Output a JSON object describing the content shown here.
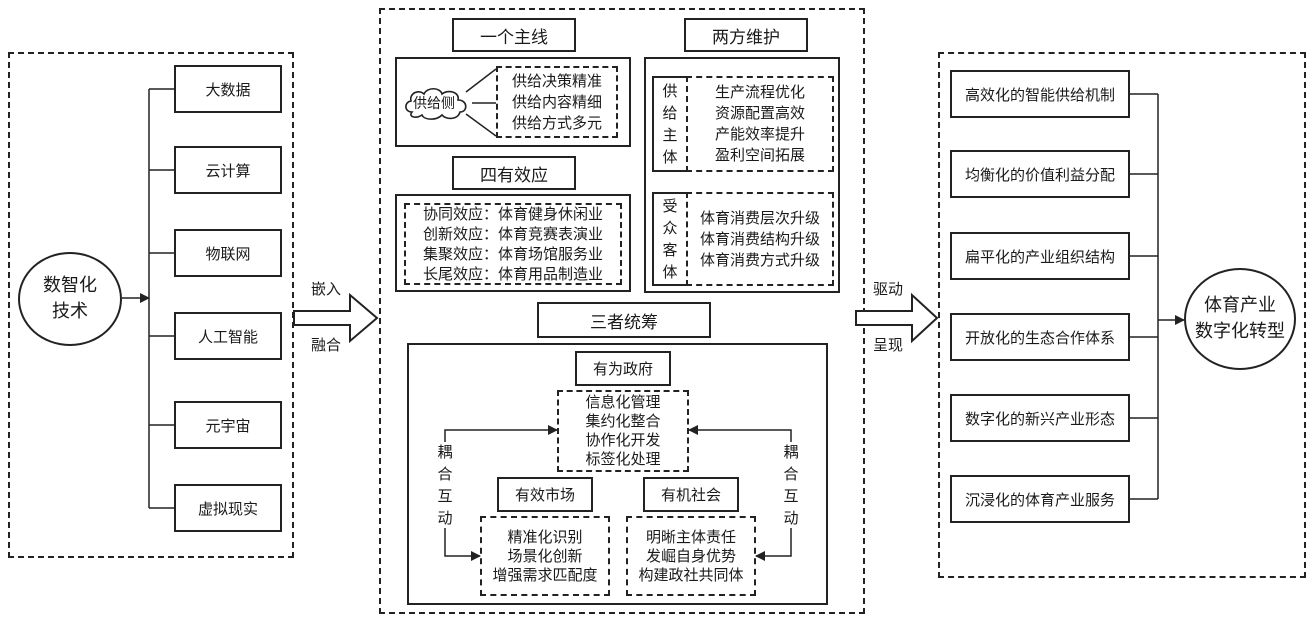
{
  "left_panel": {
    "source_circle": [
      "数智化",
      "技术"
    ],
    "technologies": [
      "大数据",
      "云计算",
      "物联网",
      "人工智能",
      "元宇宙",
      "虚拟现实"
    ]
  },
  "arrow_left": {
    "top_label": "嵌入",
    "bottom_label": "融合"
  },
  "middle_panel": {
    "main_line": {
      "title": "一个主线",
      "cloud_label": "供给侧",
      "items": [
        "供给决策精准",
        "供给内容精细",
        "供给方式多元"
      ]
    },
    "four_effects": {
      "title": "四有效应",
      "items": [
        "协同效应：体育健身休闲业",
        "创新效应：体育竞赛表演业",
        "集聚效应：体育场馆服务业",
        "长尾效应：体育用品制造业"
      ]
    },
    "two_maintain": {
      "title": "两方维护",
      "supply_subject": {
        "label": [
          "供",
          "给",
          "主",
          "体"
        ],
        "items": [
          "生产流程优化",
          "资源配置高效",
          "产能效率提升",
          "盈利空间拓展"
        ]
      },
      "audience_object": {
        "label": [
          "受",
          "众",
          "客",
          "体"
        ],
        "items": [
          "体育消费层次升级",
          "体育消费结构升级",
          "体育消费方式升级"
        ]
      }
    },
    "three_coordination": {
      "title": "三者统筹",
      "government": {
        "title": "有为政府",
        "items": [
          "信息化管理",
          "集约化整合",
          "协作化开发",
          "标签化处理"
        ]
      },
      "market": {
        "title": "有效市场",
        "items": [
          "精准化识别",
          "场景化创新",
          "增强需求匹配度"
        ]
      },
      "society": {
        "title": "有机社会",
        "items": [
          "明晰主体责任",
          "发崛自身优势",
          "构建政社共同体"
        ]
      },
      "coupling_left": [
        "耦",
        "合",
        "互",
        "动"
      ],
      "coupling_right": [
        "耦",
        "合",
        "互",
        "动"
      ]
    }
  },
  "arrow_right": {
    "top_label": "驱动",
    "bottom_label": "呈现"
  },
  "right_panel": {
    "outcomes": [
      "高效化的智能供给机制",
      "均衡化的价值利益分配",
      "扁平化的产业组织结构",
      "开放化的生态合作体系",
      "数字化的新兴产业形态",
      "沉浸化的体育产业服务"
    ],
    "target_circle": [
      "体育产业",
      "数字化转型"
    ]
  }
}
